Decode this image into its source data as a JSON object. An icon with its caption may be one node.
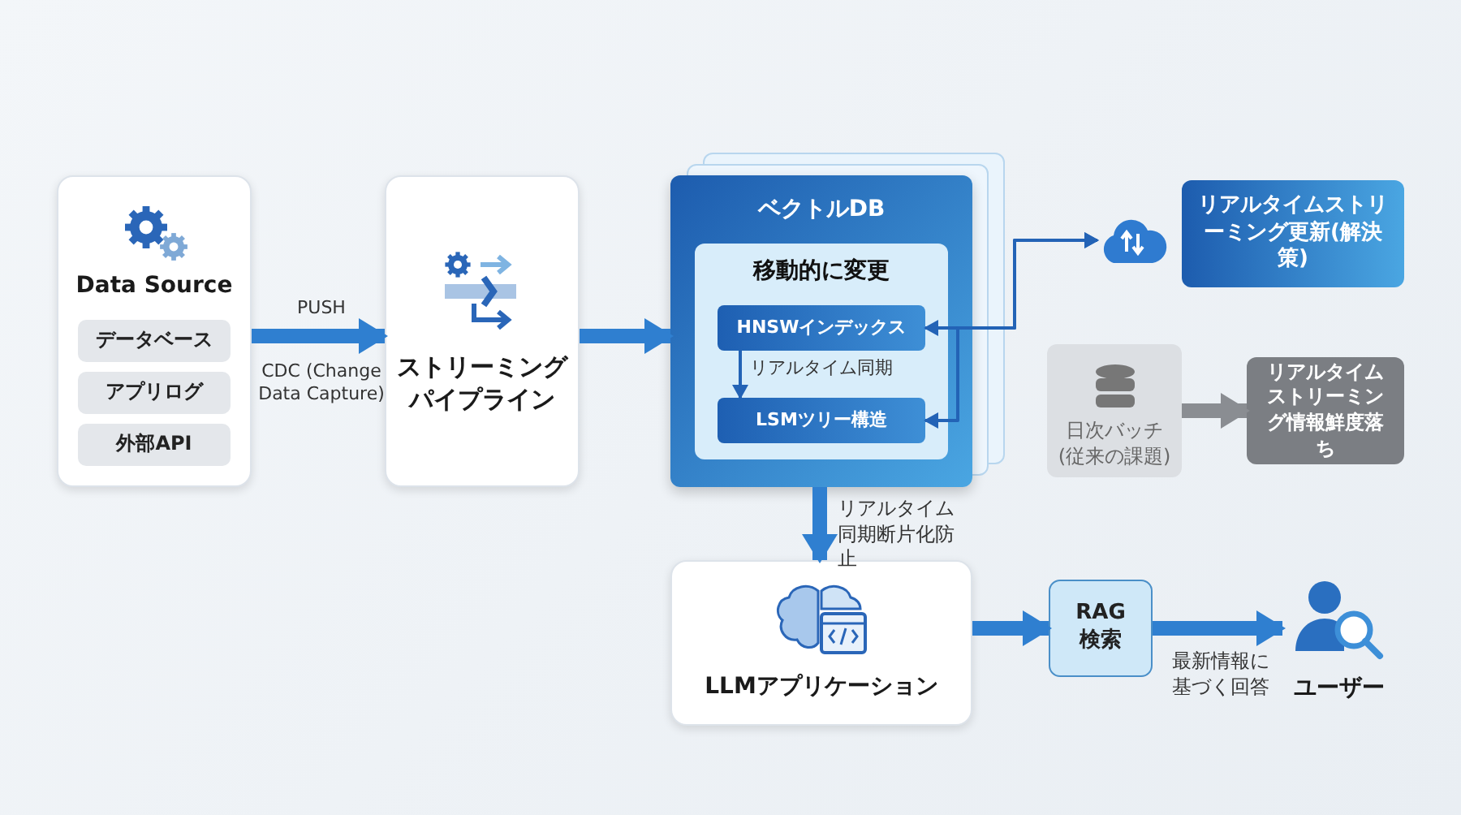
{
  "diagram": {
    "nodes": [
      {
        "text": [
          "Data Source"
        ]
      },
      {
        "text": [
          "データベース"
        ],
        "in": 0
      },
      {
        "text": [
          "アプリログ"
        ],
        "in": 0
      },
      {
        "text": [
          "外部API"
        ],
        "in": 0
      },
      {
        "text": [
          "ストリーミングパイプライン"
        ]
      },
      {
        "text": [
          "ベクトルDB"
        ]
      },
      {
        "text": [
          "移動的に変更"
        ],
        "in": 5
      },
      {
        "text": [
          "HNSWインデックス"
        ],
        "in": 6
      },
      {
        "text": [
          "LSMツリー構造"
        ],
        "in": 6
      },
      {
        "text": [],
        "shape": "cloud"
      },
      {
        "text": [
          "リアルタイムストリーミング更新(解決策)"
        ]
      },
      {
        "text": [
          "日次バッチ(従来の課題)"
        ]
      },
      {
        "text": [
          "リアルタイムストリーミング情報鮮度落ち"
        ]
      },
      {
        "text": [
          "LLMアプリケーション"
        ]
      },
      {
        "text": [
          "RAG 検索"
        ]
      },
      {
        "text": [
          "ユーザー"
        ]
      }
    ],
    "edges": [
      {
        "from": 0,
        "to": 4,
        "arrow": "to",
        "label": "PUSH"
      },
      {
        "from": 4,
        "to": 5,
        "arrow": "to"
      },
      {
        "from": 7,
        "to": 8,
        "arrow": "to",
        "label": "リアルタイム同期"
      },
      {
        "from": 9,
        "to": 7,
        "arrow": "both"
      },
      {
        "from": 9,
        "to": 8,
        "arrow": "both"
      },
      {
        "from": 11,
        "to": 12,
        "arrow": "to",
        "color": "#8a8d92"
      },
      {
        "from": 5,
        "to": 13,
        "arrow": "to",
        "label": "リアルタイム同期断片化防止"
      },
      {
        "from": 13,
        "to": 14,
        "arrow": "to"
      },
      {
        "from": 14,
        "to": 15,
        "arrow": "to",
        "label": "最新情報に基づく回答"
      }
    ],
    "labels": [
      "CDC (Change Data Capture)"
    ]
  }
}
